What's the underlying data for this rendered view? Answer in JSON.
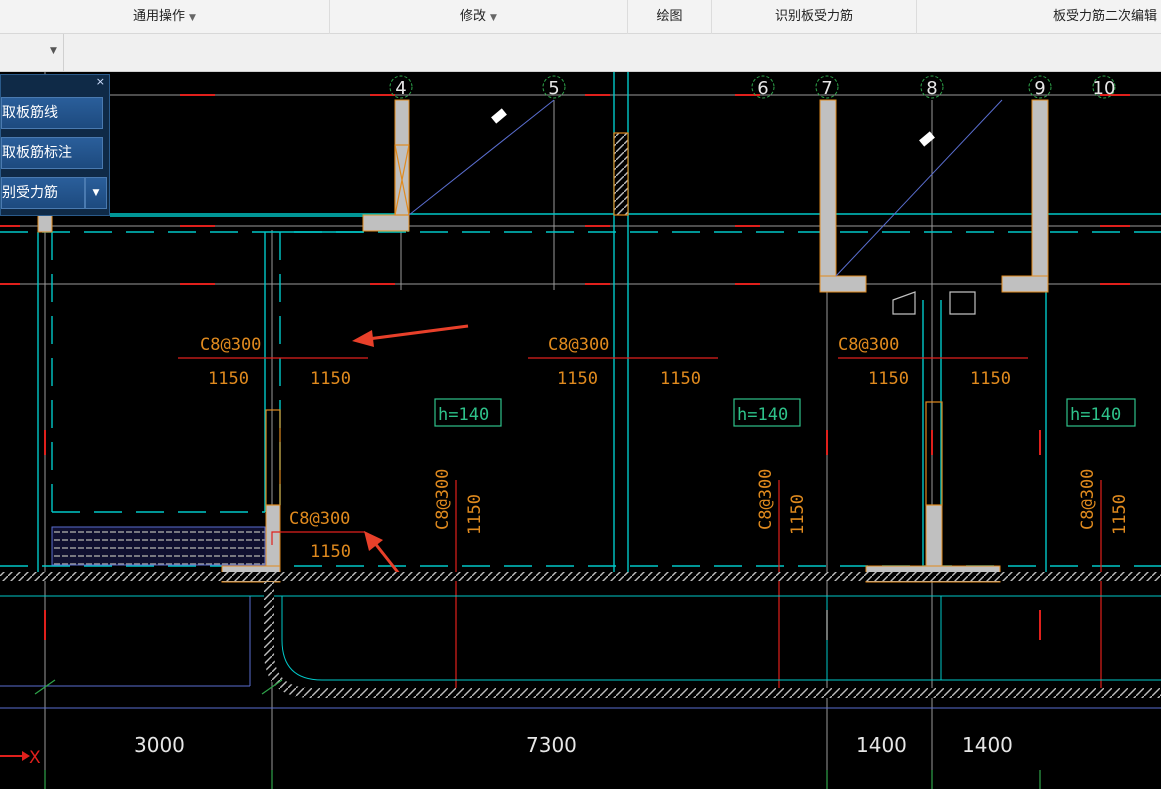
{
  "ribbon": {
    "general_ops": "通用操作",
    "modify": "修改",
    "draw": "绘图",
    "identify_slab_rebar": "识别板受力筋",
    "secondary_edit": "板受力筋二次编辑"
  },
  "panel": {
    "close": "×",
    "btn_extract_line": "取板筋线",
    "btn_extract_label": "取板筋标注",
    "btn_identify": "别受力筋"
  },
  "grid_axes": [
    "4",
    "5",
    "6",
    "7",
    "8",
    "9",
    "10"
  ],
  "rebar_labels": {
    "spec": "C8@300",
    "len": "1150"
  },
  "thickness_label": "h=140",
  "dimensions": [
    "3000",
    "7300",
    "1400",
    "1400"
  ],
  "axis_x_label": "X",
  "colors": {
    "cyan": "#00c8c8",
    "orange": "#e08a1e",
    "red": "#e0201c",
    "grid": "#9a9a9a",
    "wall_fill": "#c0c0c0",
    "green": "#2ea44a",
    "arrow": "#e8402a"
  }
}
